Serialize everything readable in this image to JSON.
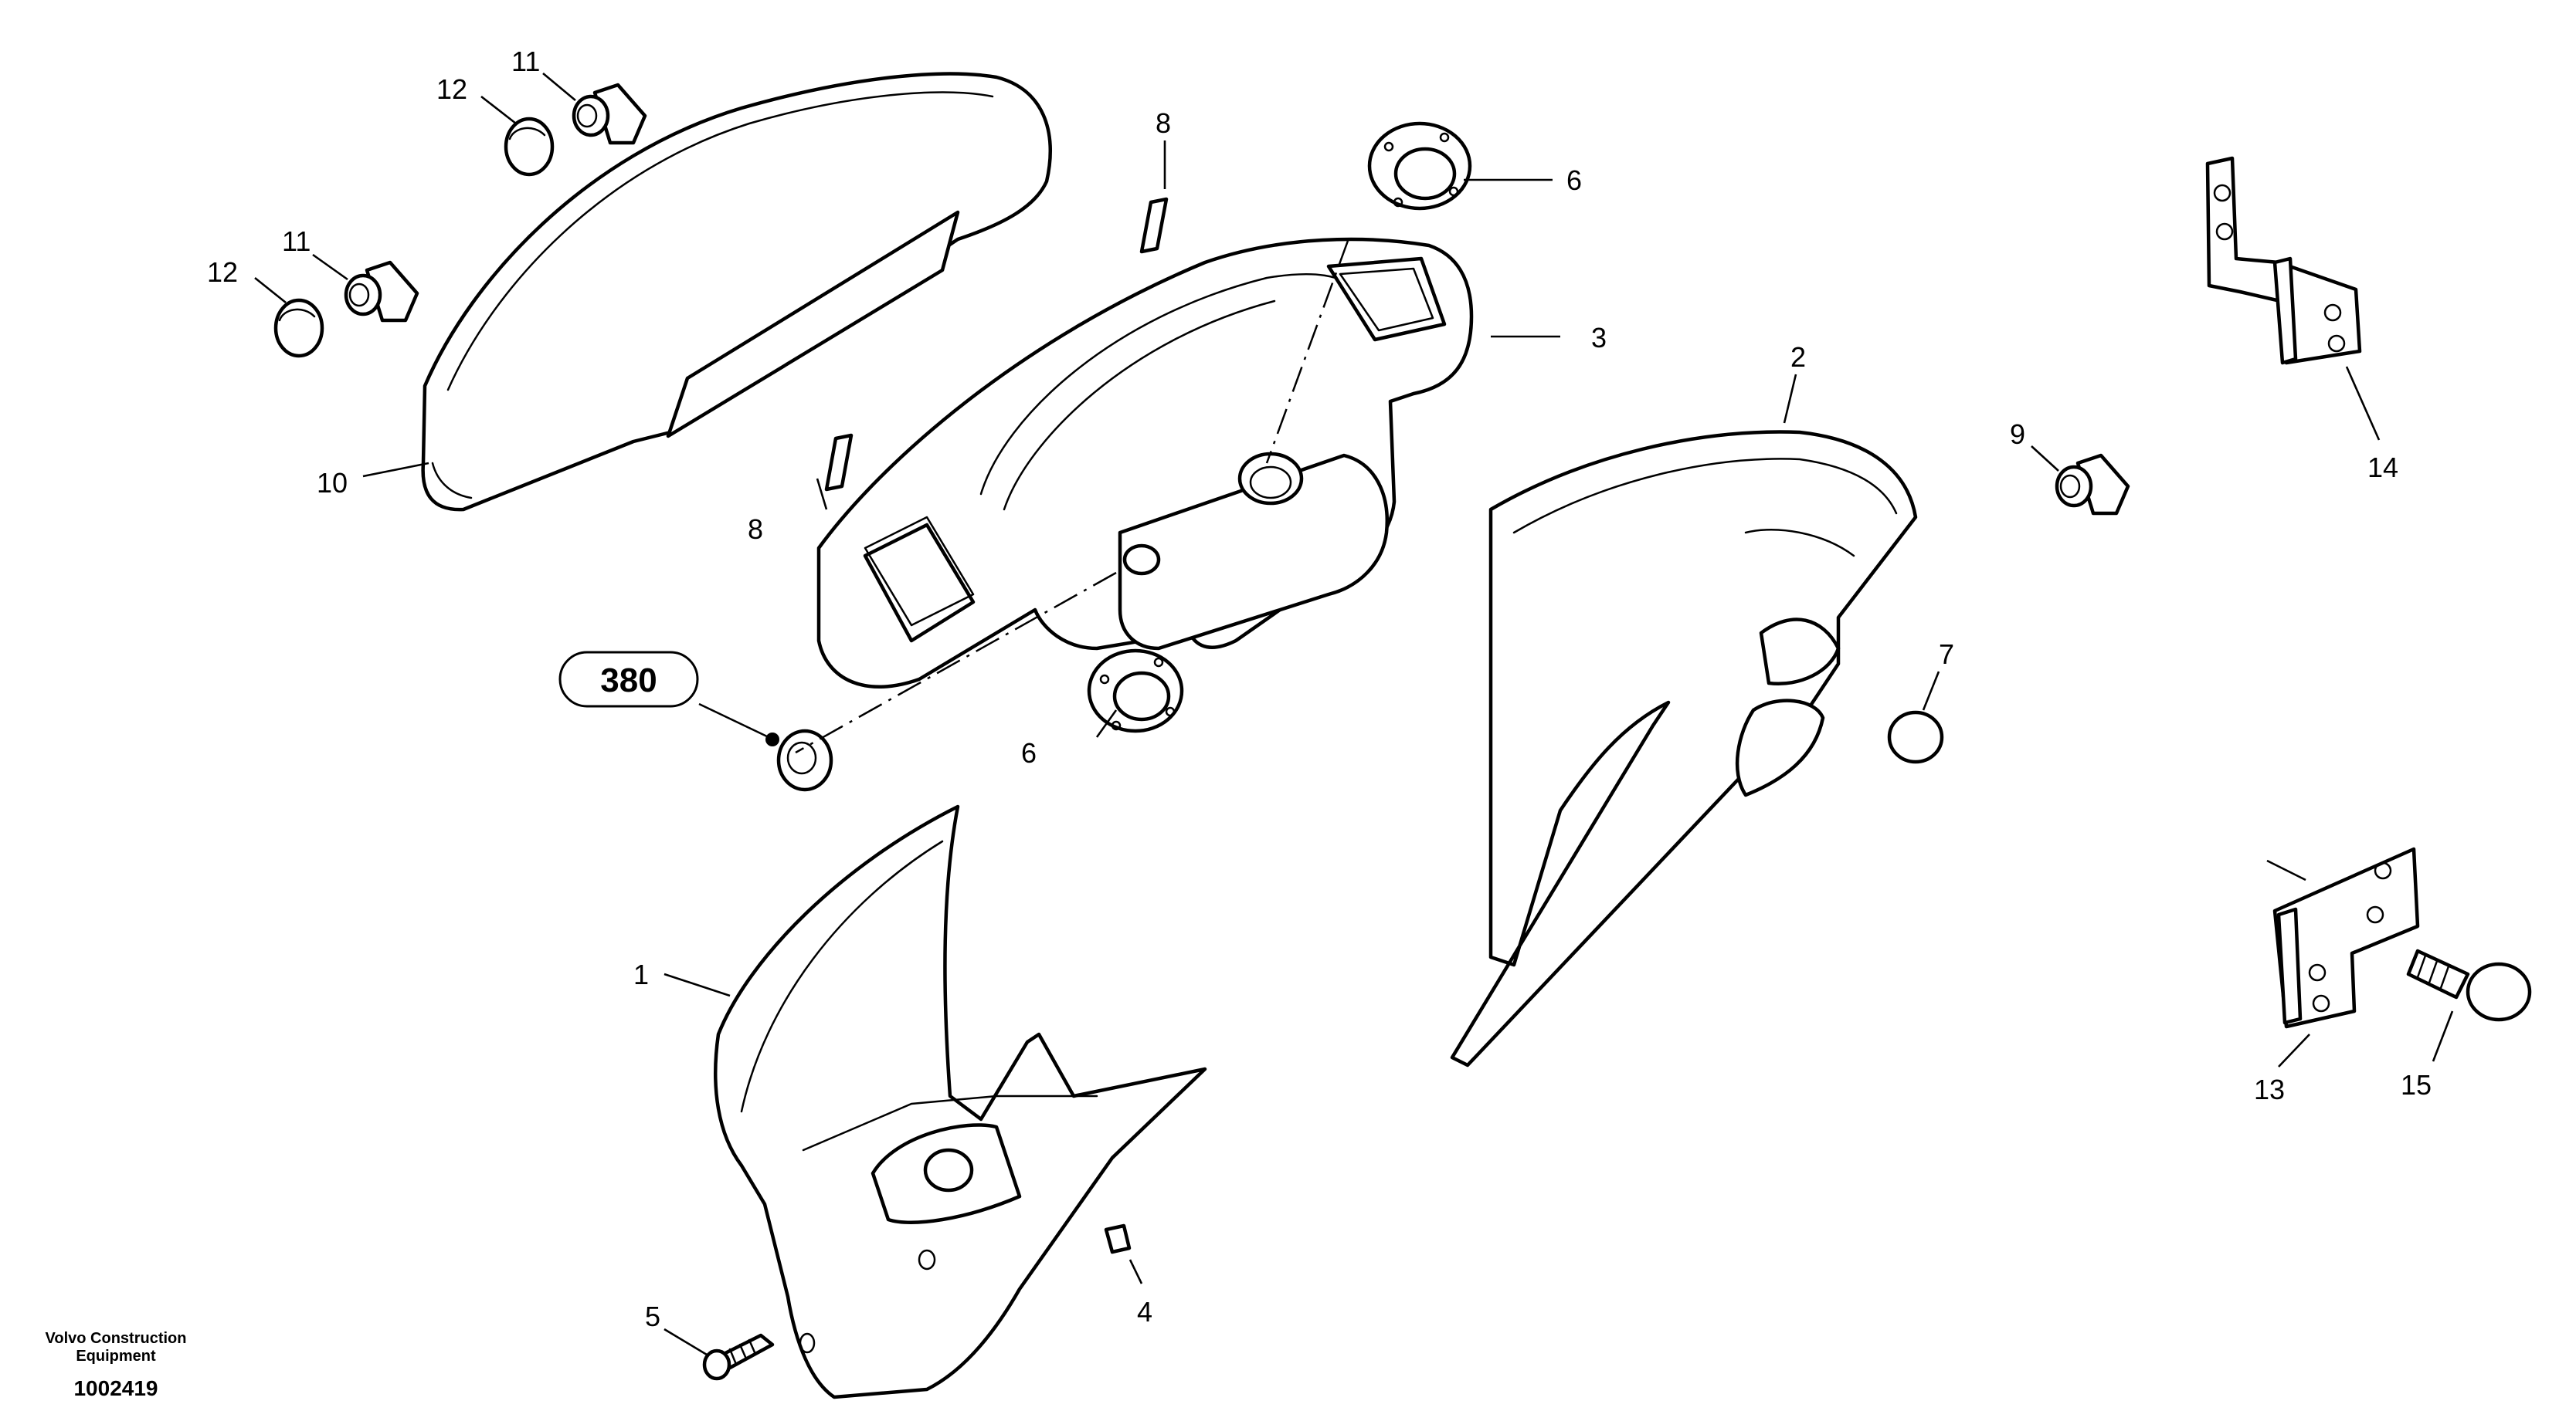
{
  "diagram": {
    "part_numbers": [
      "1",
      "2",
      "3",
      "4",
      "5",
      "6",
      "6",
      "7",
      "8",
      "8",
      "9",
      "10",
      "11",
      "11",
      "12",
      "12",
      "13",
      "14",
      "15"
    ],
    "reference_callout": "380",
    "footer": {
      "company_line1": "Volvo Construction",
      "company_line2": "Equipment",
      "document_number": "1002419"
    }
  }
}
